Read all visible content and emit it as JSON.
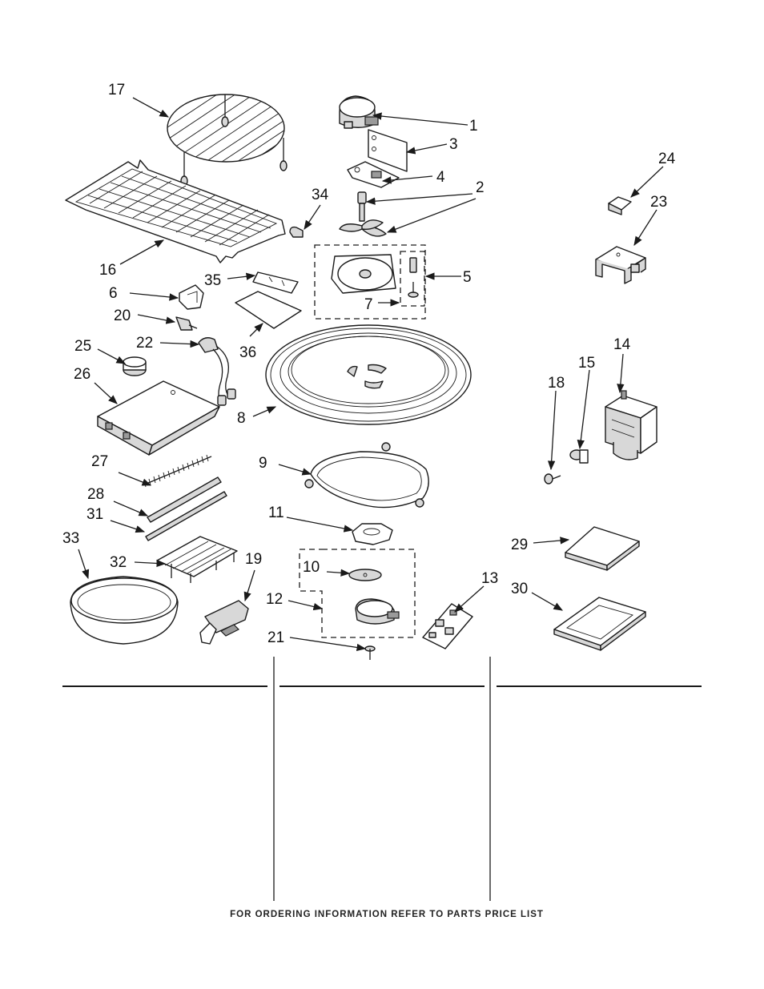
{
  "callouts": {
    "c1": "1",
    "c2": "2",
    "c3": "3",
    "c4": "4",
    "c5": "5",
    "c6": "6",
    "c7": "7",
    "c8": "8",
    "c9": "9",
    "c10": "10",
    "c11": "11",
    "c12": "12",
    "c13": "13",
    "c14": "14",
    "c15": "15",
    "c16": "16",
    "c17": "17",
    "c18": "18",
    "c19": "19",
    "c20": "20",
    "c21": "21",
    "c22": "22",
    "c23": "23",
    "c24": "24",
    "c25": "25",
    "c26": "26",
    "c27": "27",
    "c28": "28",
    "c29": "29",
    "c30": "30",
    "c31": "31",
    "c32": "32",
    "c33": "33",
    "c34": "34",
    "c35": "35",
    "c36": "36"
  },
  "footer": "FOR ORDERING INFORMATION REFER TO PARTS PRICE LIST"
}
